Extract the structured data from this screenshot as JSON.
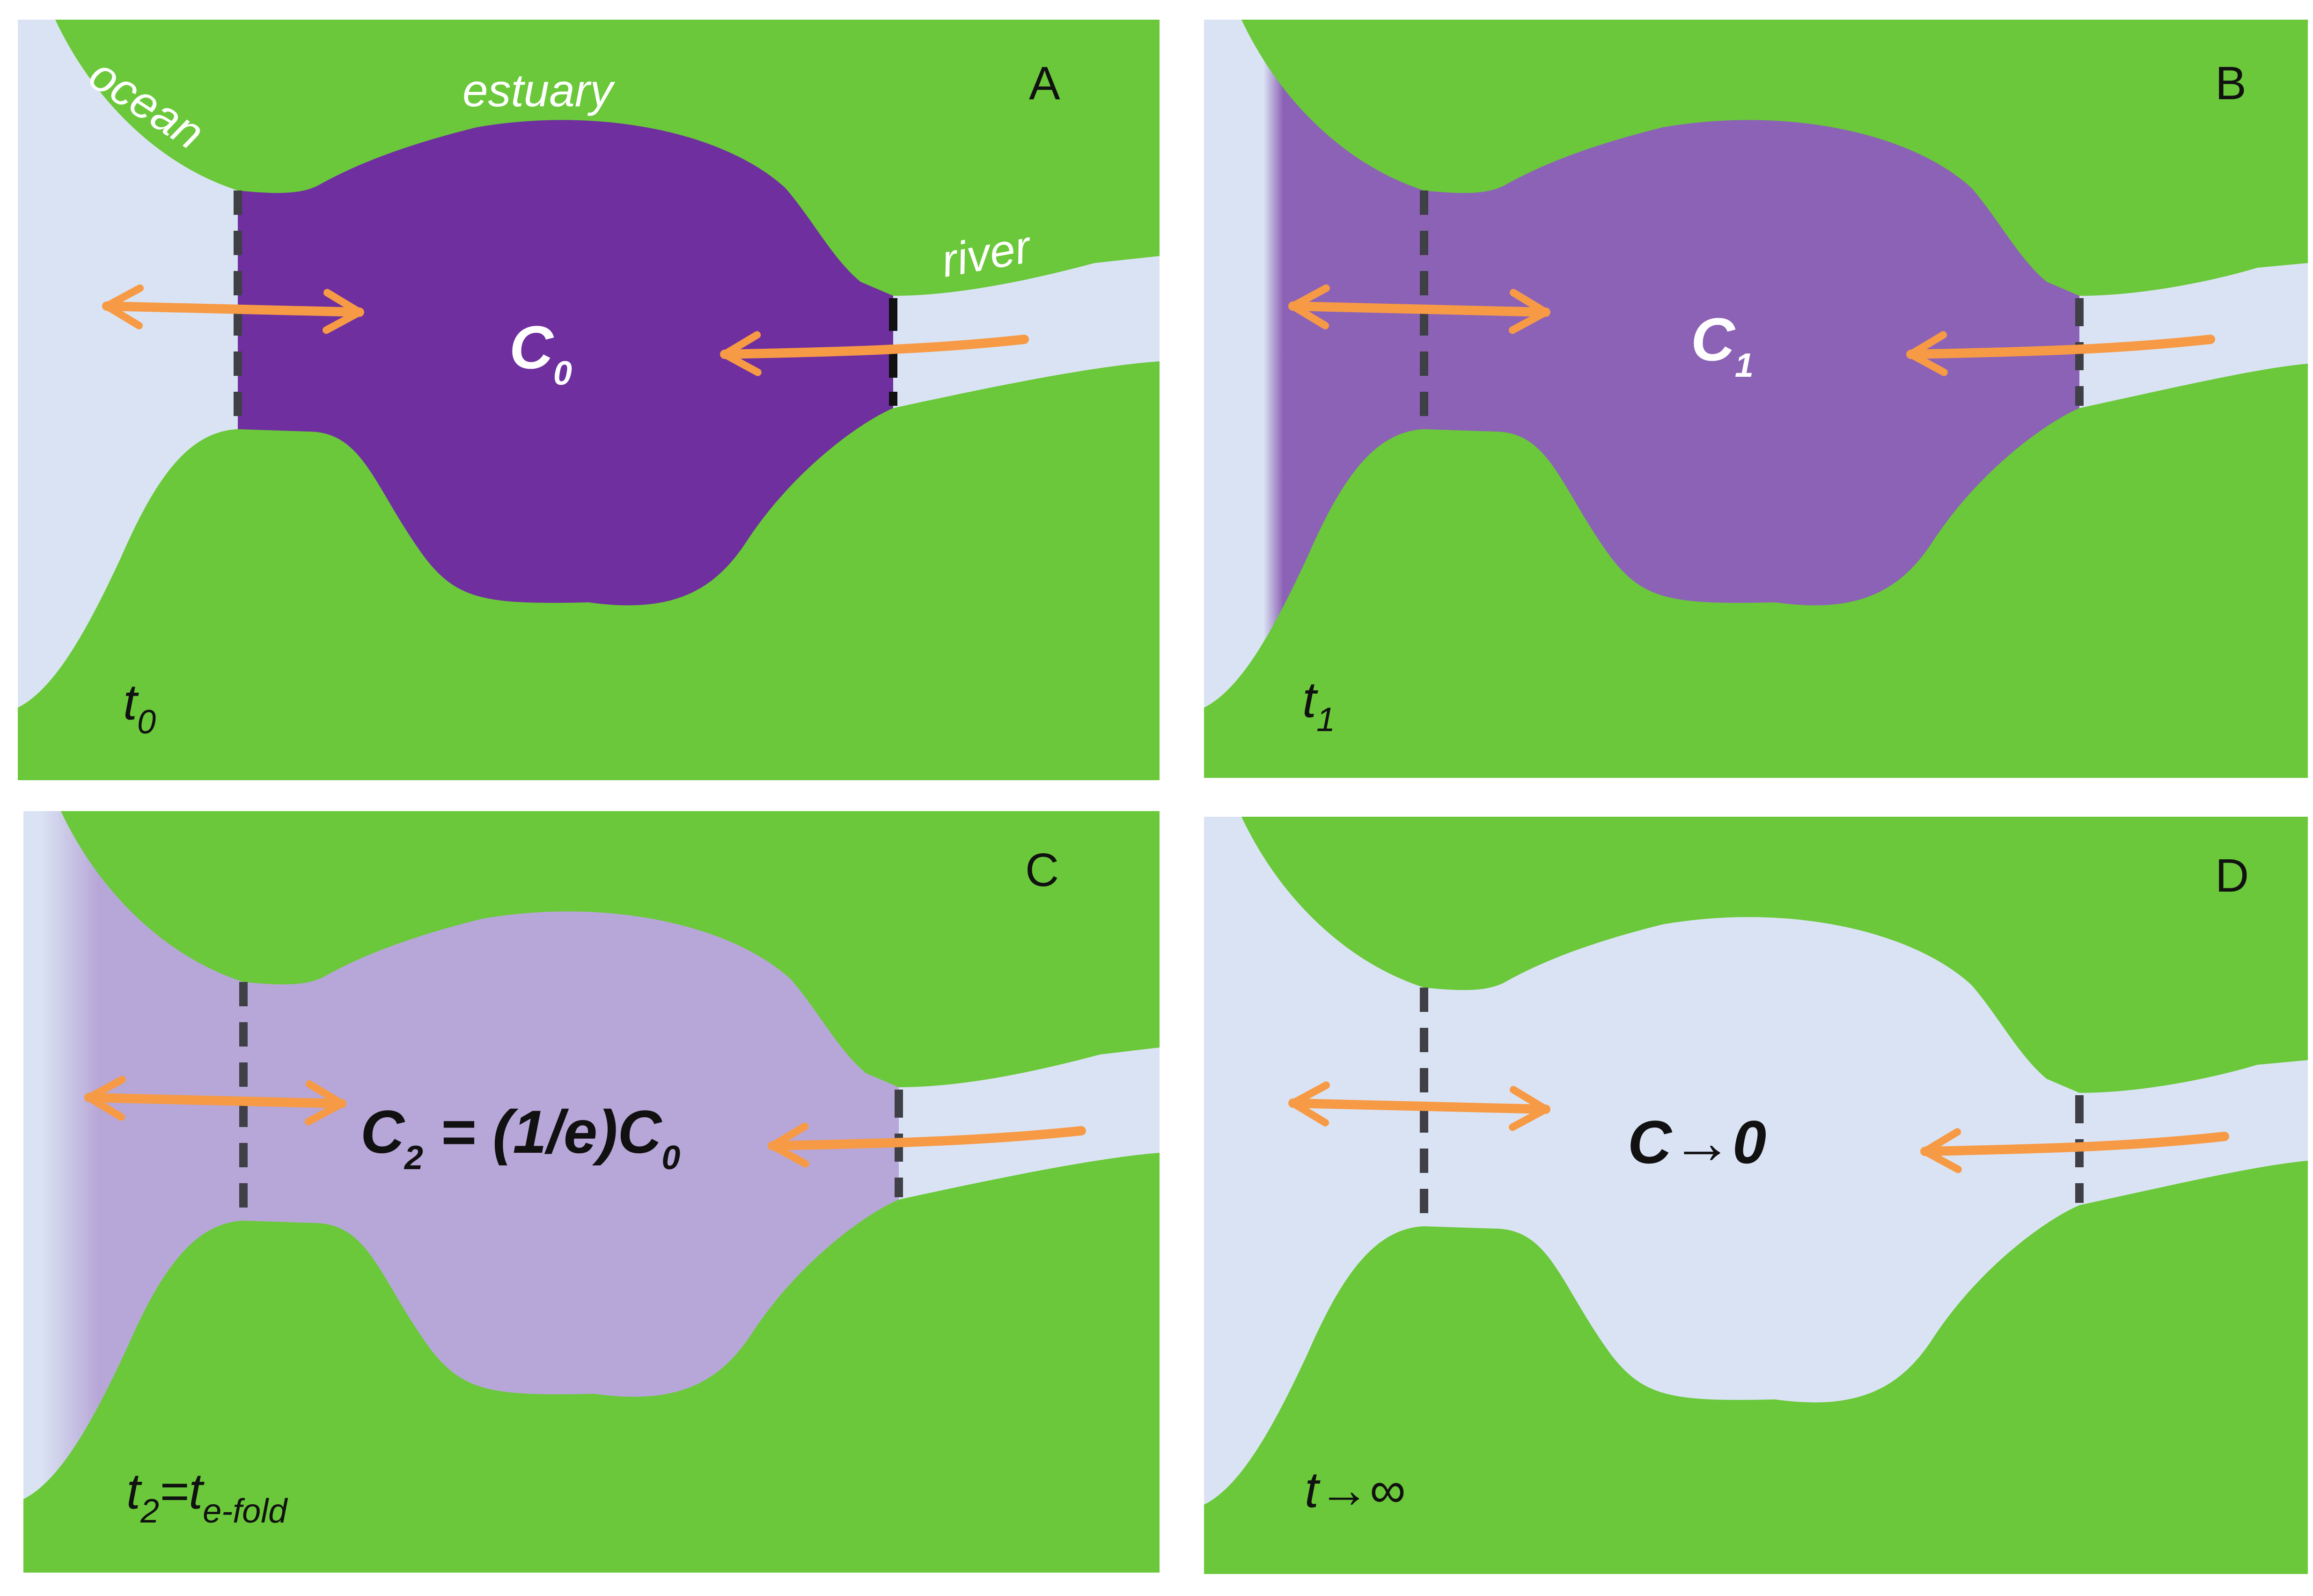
{
  "colors": {
    "land": "#6AC83A",
    "water": "#DAE3F3",
    "arrow": "#F79A45",
    "boundary": "#3F3F46",
    "text_dark": "#111111",
    "text_light": "#FFFFFF",
    "tracer": [
      "#6F2F9F",
      "#8C62B6",
      "#B7A7D8",
      "#DAE3F3"
    ]
  },
  "region_labels": {
    "ocean": "ocean",
    "estuary": "estuary",
    "river": "river"
  },
  "panels": [
    {
      "letter": "A",
      "concentration": {
        "base": "C",
        "sub": "0",
        "rest": ""
      },
      "time": {
        "base": "t",
        "sub": "0",
        "mid": "",
        "sub2": ""
      }
    },
    {
      "letter": "B",
      "concentration": {
        "base": "C",
        "sub": "1",
        "rest": ""
      },
      "time": {
        "base": "t",
        "sub": "1",
        "mid": "",
        "sub2": ""
      }
    },
    {
      "letter": "C",
      "concentration": {
        "base": "C",
        "sub": "2",
        "rest": " = (1/e)C",
        "sub2": "0"
      },
      "time": {
        "base": "t",
        "sub": "2",
        "mid": "=t",
        "sub2": "e-fold"
      }
    },
    {
      "letter": "D",
      "concentration": {
        "base": "C",
        "sub": "",
        "rest": "→0"
      },
      "time": {
        "base": "t",
        "sub": "",
        "mid": "→∞",
        "sub2": ""
      }
    }
  ]
}
